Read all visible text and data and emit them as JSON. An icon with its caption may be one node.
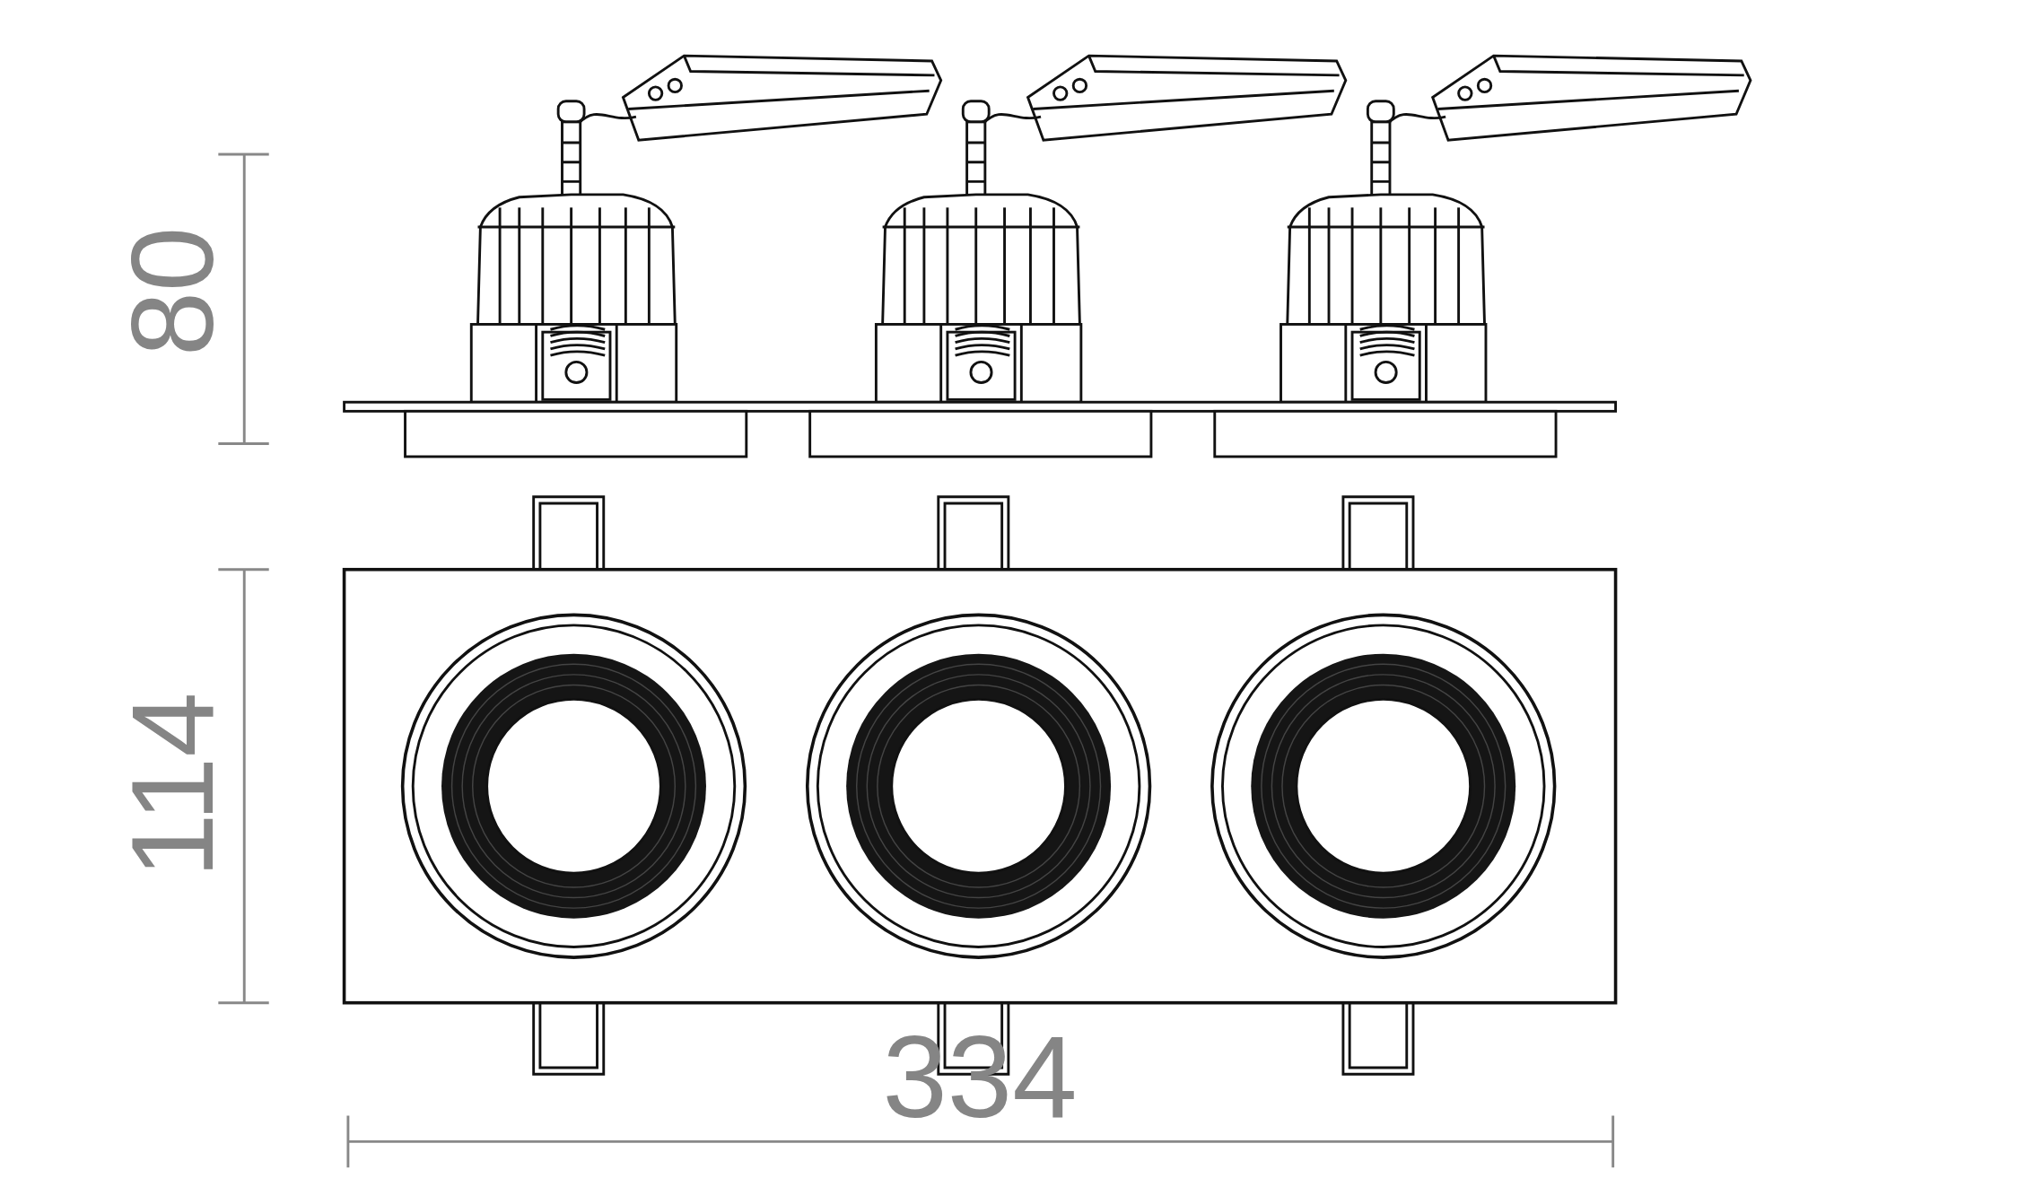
{
  "diagram": {
    "labels": [
      "80",
      "114",
      "334"
    ]
  }
}
